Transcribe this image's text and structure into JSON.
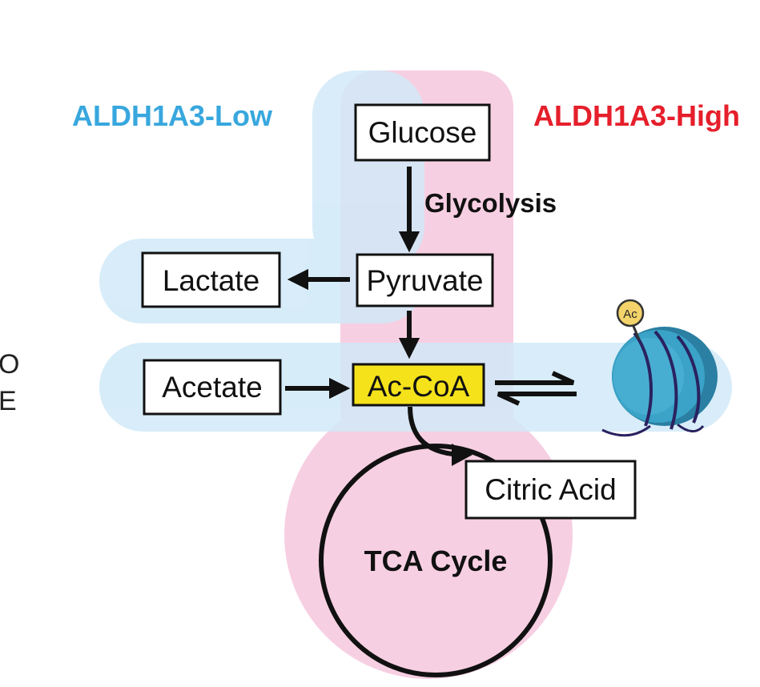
{
  "groups": {
    "low_label": "ALDH1A3-Low",
    "high_label": "ALDH1A3-High",
    "low_color": "#38a7de",
    "high_color": "#e51f2b",
    "low_fill": "#cfe9f8",
    "high_fill": "#f7cfe2",
    "overlap_fill": "#ddcde6"
  },
  "nodes": {
    "glucose": "Glucose",
    "pyruvate": "Pyruvate",
    "lactate": "Lactate",
    "acetate": "Acetate",
    "accoa": "Ac-CoA",
    "citric_acid": "Citric Acid",
    "tca_cycle": "TCA Cycle"
  },
  "annotations": {
    "glycolysis": "Glycolysis",
    "acetyl_badge": "Ac",
    "left_edge_fragment_1": "O",
    "left_edge_fragment_2": "E"
  },
  "colors": {
    "accoa_fill": "#f5e21b",
    "nucleosome": "#3aa3c7",
    "nucleosome_dark": "#2a7fa2",
    "dna_wrap": "#2a2260",
    "badge_fill": "#f3d36a"
  }
}
